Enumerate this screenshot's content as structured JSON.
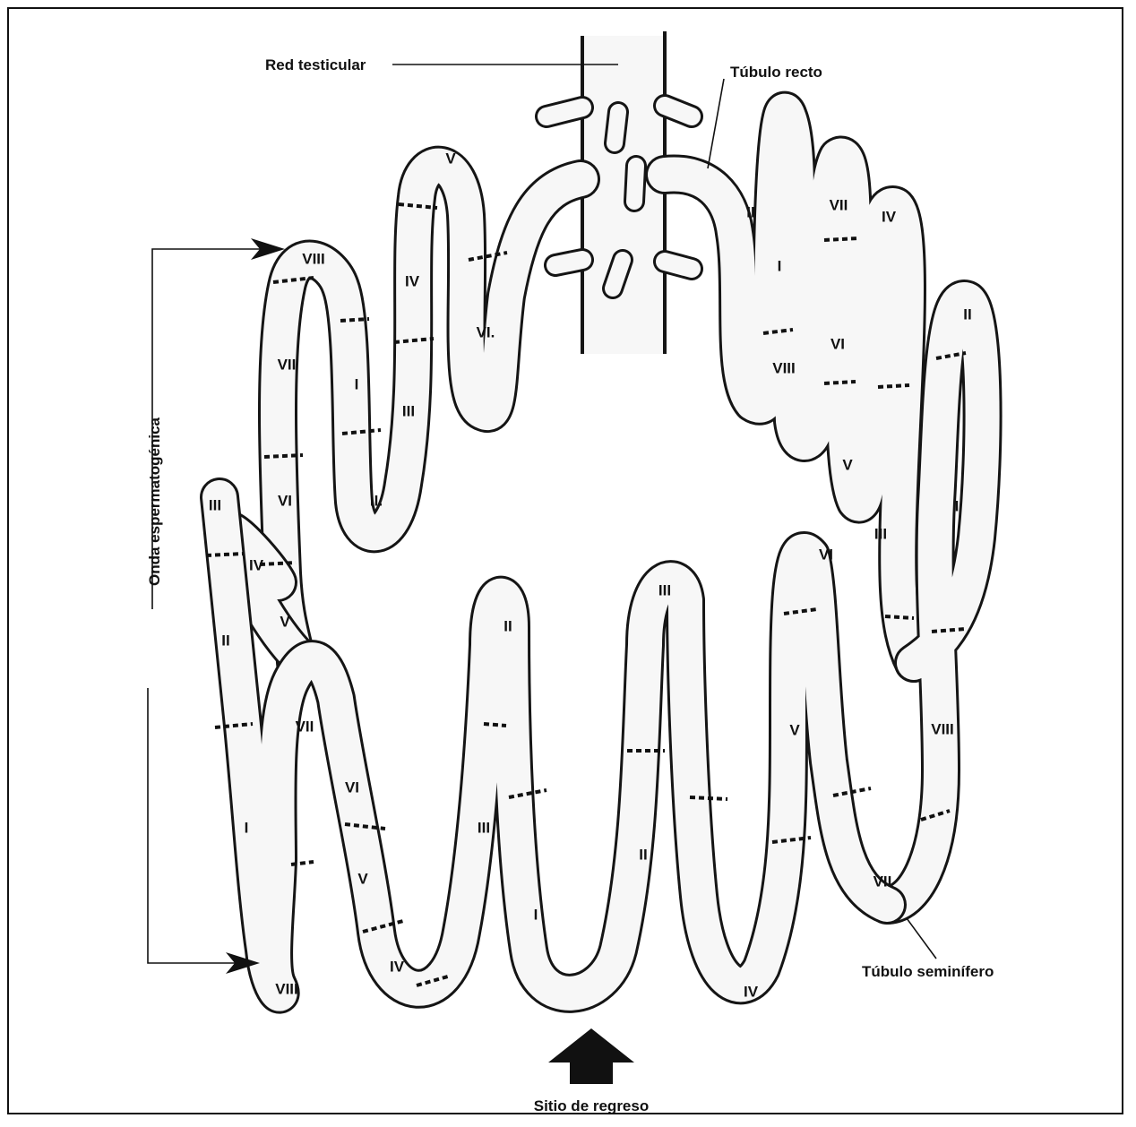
{
  "labels": {
    "rete_testis": "Red testicular",
    "tubulus_rectus": "Túbulo recto",
    "seminiferous_tubule": "Túbulo seminífero",
    "wave": "Onda espermatogénica",
    "regression_site": "Sitio de regreso"
  },
  "stages": {
    "upper_left": [
      "V",
      "VIII",
      "IV",
      "VI.",
      "VII",
      "I",
      "III",
      "VI",
      "II.",
      "III",
      "IV",
      "V",
      "II"
    ],
    "upper_right": [
      "II",
      "VII",
      "IV",
      "I",
      "VIII",
      "VI",
      "V",
      "II",
      "III",
      "I",
      "VI"
    ],
    "lower": [
      "VII",
      "VI",
      "V",
      "I",
      "VIII",
      "IV",
      "II",
      "III",
      "I",
      "II",
      "III",
      "IV",
      "V",
      "VIII",
      "VII"
    ]
  }
}
